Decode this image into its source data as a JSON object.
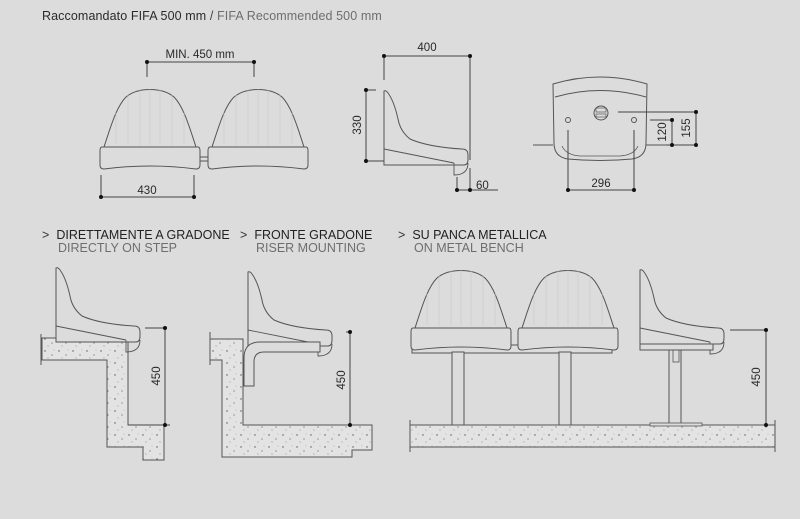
{
  "header": {
    "title_it": "Raccomandato FIFA 500 mm",
    "separator": "/",
    "title_en": "FIFA Recommended 500 mm"
  },
  "top_views": {
    "front_view": {
      "spacing_label": "MIN. 450 mm",
      "width_label": "430"
    },
    "side_view": {
      "depth_label": "400",
      "height_label": "330",
      "lip_label": "60"
    },
    "bottom_view": {
      "hole_spacing_label": "296",
      "hole_offset_label": "120",
      "total_offset_label": "155"
    }
  },
  "sections": [
    {
      "arrow": ">",
      "label_it": "DIRETTAMENTE A GRADONE",
      "label_en": "DIRECTLY ON STEP",
      "height_label": "450"
    },
    {
      "arrow": ">",
      "label_it": "FRONTE GRADONE",
      "label_en": "RISER MOUNTING",
      "height_label": "450"
    },
    {
      "arrow": ">",
      "label_it": "SU PANCA METALLICA",
      "label_en": "ON METAL BENCH",
      "height_label": "450"
    }
  ],
  "colors": {
    "background": "#dcdcdc",
    "line": "#555555",
    "concrete": "#e4e4e4"
  }
}
